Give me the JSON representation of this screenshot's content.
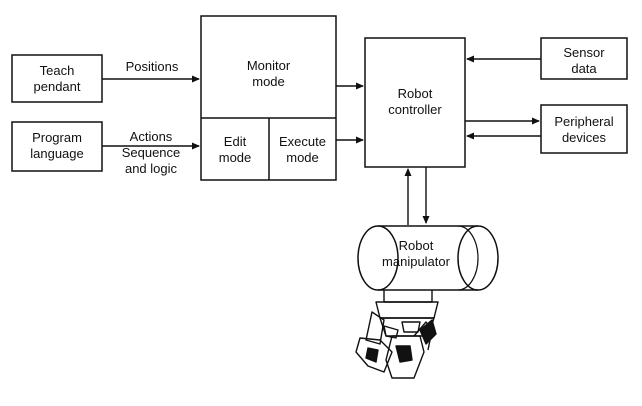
{
  "boxes": {
    "teach_pendant": "Teach\npendant",
    "program_language": "Program\nlanguage",
    "monitor_mode": "Monitor\nmode",
    "edit_mode": "Edit\nmode",
    "execute_mode": "Execute\nmode",
    "robot_controller": "Robot\ncontroller",
    "sensor_data": "Sensor\ndata",
    "peripheral_devices": "Peripheral\ndevices"
  },
  "arrow_labels": {
    "positions": "Positions",
    "actions": "Actions\nSequence\nand logic"
  },
  "manipulator": {
    "label": "Robot\nmanipulator"
  },
  "colors": {
    "stroke": "#111111",
    "background": "#ffffff"
  }
}
